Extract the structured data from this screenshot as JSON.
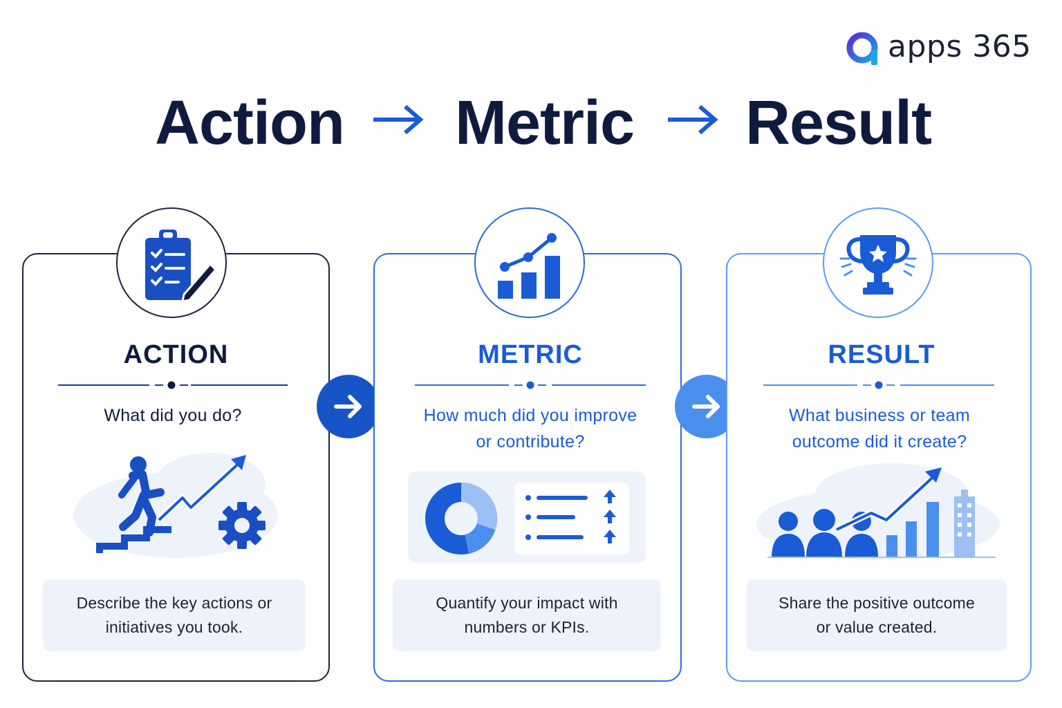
{
  "logo": {
    "text": "apps 365"
  },
  "headline": {
    "word1": "Action",
    "word2": "Metric",
    "word3": "Result"
  },
  "cards": [
    {
      "title": "ACTION",
      "question": "What did you do?",
      "description": "Describe the key actions or initiatives you took.",
      "icon": "clipboard-checklist-icon",
      "illustration": "climbing-stairs-with-gear-illustration"
    },
    {
      "title": "METRIC",
      "question": "How much did you improve or contribute?",
      "description": "Quantify your impact with numbers or KPIs.",
      "icon": "bar-chart-trend-icon",
      "illustration": "donut-chart-and-list-illustration"
    },
    {
      "title": "RESULT",
      "question": "What business or team outcome did it create?",
      "description": "Share the positive outcome or value created.",
      "icon": "trophy-icon",
      "illustration": "team-growth-city-illustration"
    }
  ],
  "colors": {
    "navy": "#0f1b3e",
    "blue": "#1a5bd6",
    "light_blue": "#4a8fee",
    "pale_blue": "#eef2fa"
  }
}
